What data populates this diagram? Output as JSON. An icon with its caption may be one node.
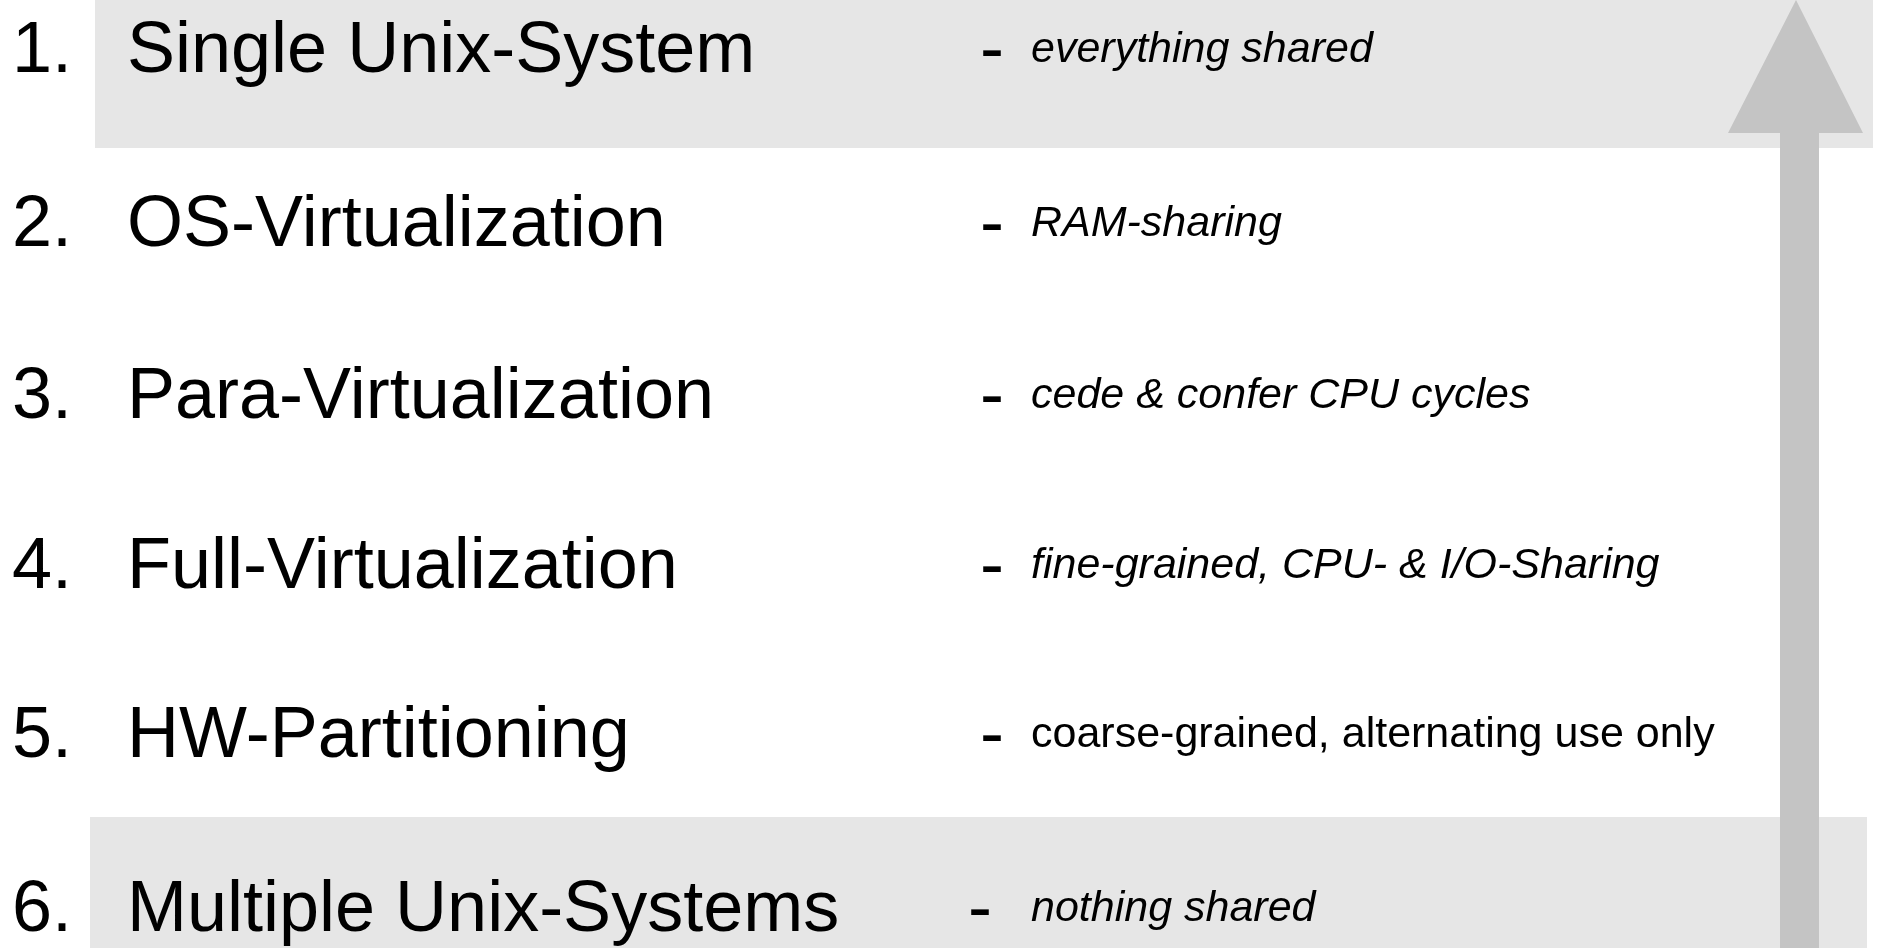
{
  "diagram": {
    "nodes": [
      {
        "text": [
          "1.",
          "Single Unix-System",
          "-",
          "everything shared"
        ]
      },
      {
        "text": [
          "6.",
          "Multiple Unix-Systems",
          "-",
          "nothing shared"
        ]
      }
    ],
    "labels": [
      "2.",
      "OS-Virtualization",
      "-",
      "RAM-sharing",
      "3.",
      "Para-Virtualization",
      "-",
      "cede & confer CPU cycles",
      "4.",
      "Full-Virtualization",
      "-",
      "fine-grained, CPU- & I/O-Sharing",
      "5.",
      "HW-Partitioning",
      "-",
      "coarse-grained, alternating use only"
    ]
  }
}
